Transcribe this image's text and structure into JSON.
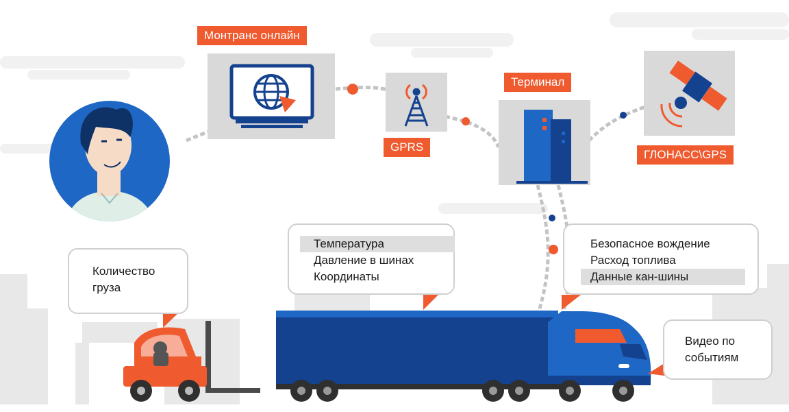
{
  "labels": {
    "montrans": "Монтранс онлайн",
    "gprs": "GPRS",
    "terminal": "Терминал",
    "glonass": "ГЛОНАСС\\GPS"
  },
  "bubbles": {
    "cargo": [
      "Количество",
      "груза"
    ],
    "sensors": [
      "Температура",
      "Давление в шинах",
      "Координаты"
    ],
    "driving": [
      "Безопасное вождение",
      "Расход топлива",
      "Данные кан-шины"
    ],
    "video": [
      "Видео по",
      "событиям"
    ]
  },
  "colors": {
    "accent": "#ef5a2f",
    "navy": "#14428f",
    "blue": "#1f67c4",
    "panel": "#d9d9d9",
    "city": "#e6e6e6"
  },
  "icons": [
    "globe-icon",
    "cell-tower-icon",
    "building-icon",
    "satellite-icon",
    "person-avatar-icon",
    "forklift-icon",
    "truck-icon"
  ]
}
